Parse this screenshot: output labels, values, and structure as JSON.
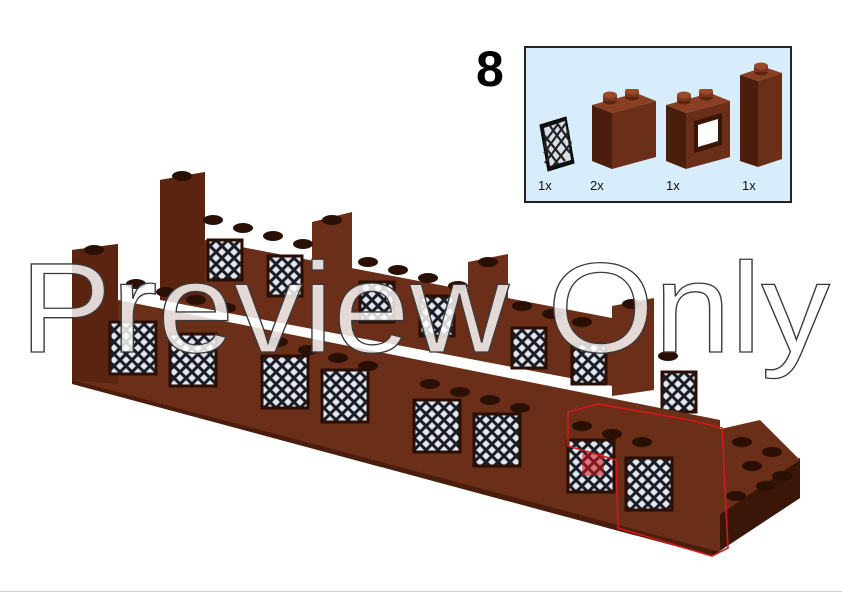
{
  "step": {
    "number": "8"
  },
  "parts_list": {
    "items": [
      {
        "part": "window-lattice-glass-icon",
        "quantity": "1x"
      },
      {
        "part": "brick-1x2x2-icon",
        "quantity": "2x"
      },
      {
        "part": "window-frame-1x2x2-icon",
        "quantity": "1x"
      },
      {
        "part": "brick-1x1x3-icon",
        "quantity": "1x"
      }
    ]
  },
  "watermark": {
    "text": "Preview Only"
  },
  "colors": {
    "brick_brown": "#6b2e18",
    "brick_brown_light": "#8a3f22",
    "brick_brown_dark": "#4a1d0d",
    "lattice_dark": "#1c1c26",
    "lattice_light": "#e8eef5",
    "parts_box_bg": "#d8edfb",
    "highlight_red": "#d41818"
  }
}
